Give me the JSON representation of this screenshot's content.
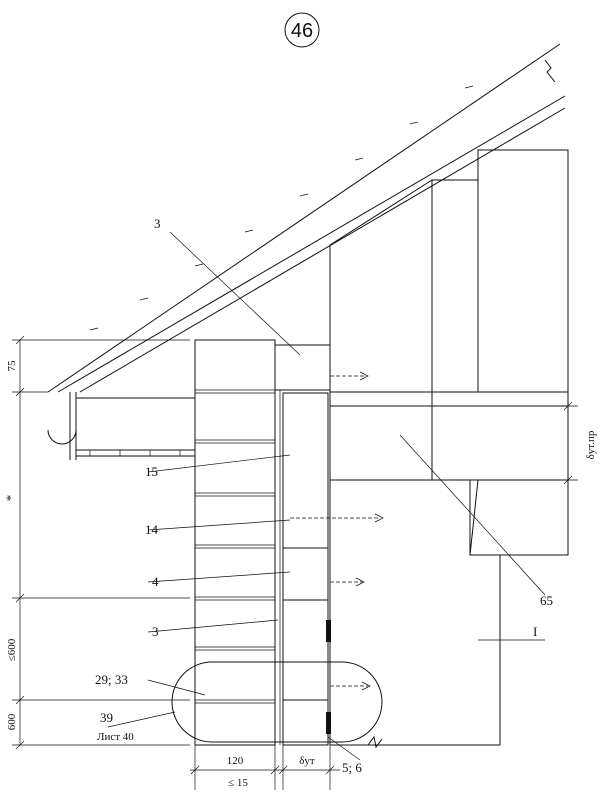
{
  "sheet_number": "46",
  "callouts": {
    "c3_top": "3",
    "c15": "15",
    "c14": "14",
    "c4": "4",
    "c3_bottom": "3",
    "c29_33": "29; 33",
    "c39": "39",
    "c39_sheet": "Лист 40",
    "c65": "65",
    "cI": "I",
    "c5_6": "5; 6"
  },
  "dimensions": {
    "d75": "75",
    "star": "*",
    "d_le600": "≤600",
    "d600": "600",
    "d120": "120",
    "d_le15": "≤ 15",
    "d_ins": "δут",
    "d_ins_floor": "δут.пр"
  }
}
